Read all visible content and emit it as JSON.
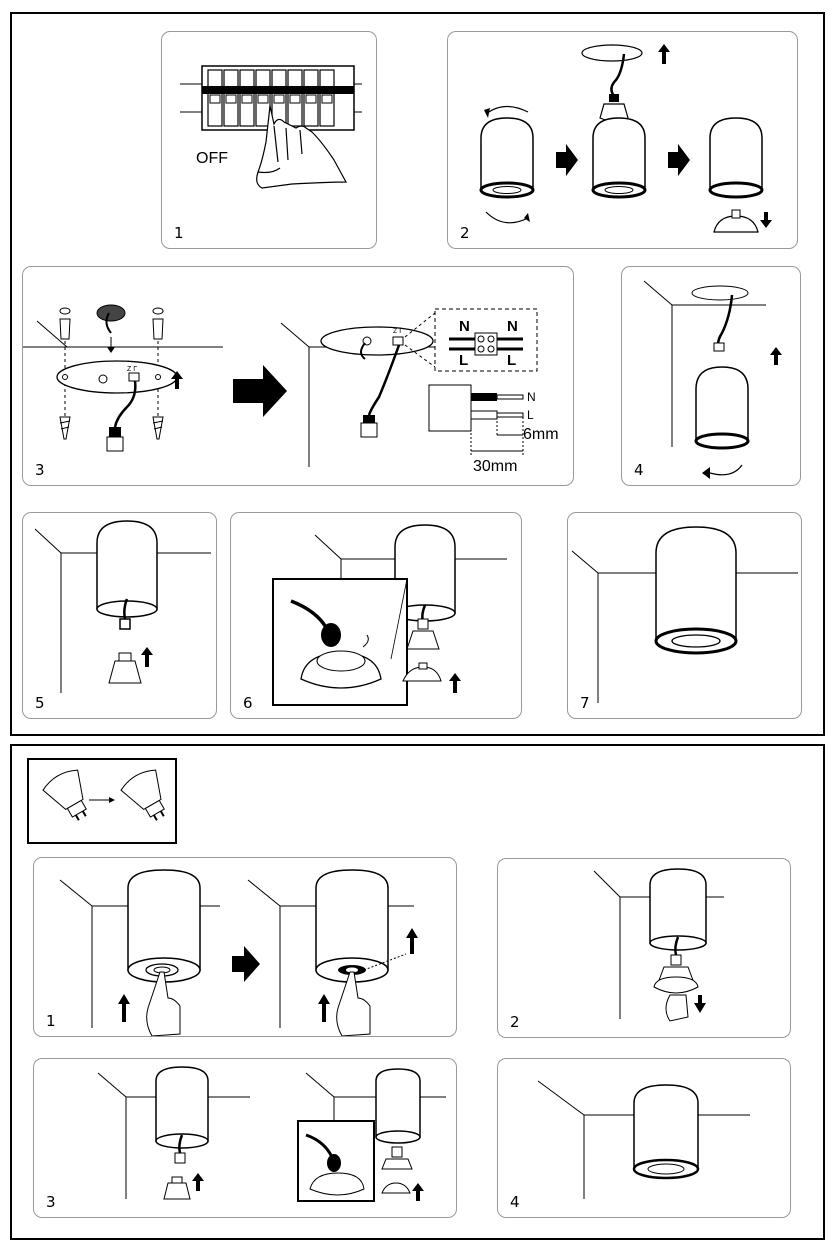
{
  "section_install": {
    "steps": [
      {
        "number": "1",
        "text": "OFF"
      },
      {
        "number": "2"
      },
      {
        "number": "3",
        "wire_n": "N",
        "wire_l": "L",
        "strip_short": "6mm",
        "strip_long": "30mm"
      },
      {
        "number": "4"
      },
      {
        "number": "5"
      },
      {
        "number": "6"
      },
      {
        "number": "7"
      }
    ]
  },
  "section_bulb": {
    "steps": [
      {
        "number": "1"
      },
      {
        "number": "2"
      },
      {
        "number": "3"
      },
      {
        "number": "4"
      }
    ]
  },
  "icons": [
    "hand-icon",
    "arrow-up-icon",
    "arrow-down-icon",
    "arrow-right-icon",
    "gu10-bulb-icon",
    "circuit-breaker-icon",
    "ceiling-plate-icon",
    "cylinder-lamp-icon",
    "terminal-block-icon",
    "screw-icon",
    "wall-plug-icon"
  ],
  "colors": {
    "line": "#000000",
    "panel_border": "#9a9a9a",
    "background": "#ffffff"
  }
}
